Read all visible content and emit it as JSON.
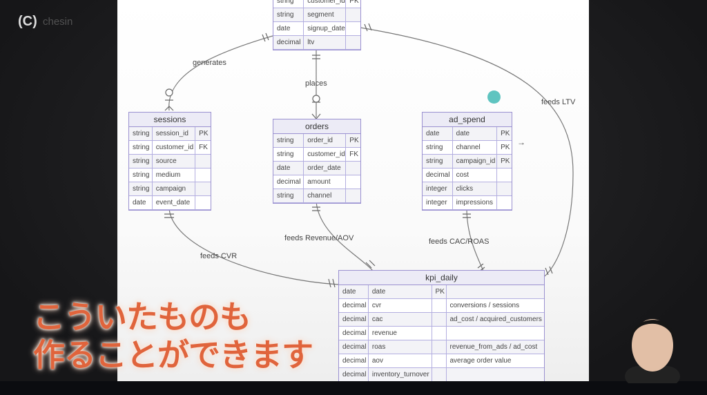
{
  "tables": {
    "customers": {
      "rows": [
        [
          "string",
          "customer_id",
          "PK"
        ],
        [
          "string",
          "segment",
          ""
        ],
        [
          "date",
          "signup_date",
          ""
        ],
        [
          "decimal",
          "ltv",
          ""
        ]
      ]
    },
    "sessions": {
      "title": "sessions",
      "rows": [
        [
          "string",
          "session_id",
          "PK"
        ],
        [
          "string",
          "customer_id",
          "FK"
        ],
        [
          "string",
          "source",
          ""
        ],
        [
          "string",
          "medium",
          ""
        ],
        [
          "string",
          "campaign",
          ""
        ],
        [
          "date",
          "event_date",
          ""
        ]
      ]
    },
    "orders": {
      "title": "orders",
      "rows": [
        [
          "string",
          "order_id",
          "PK"
        ],
        [
          "string",
          "customer_id",
          "FK"
        ],
        [
          "date",
          "order_date",
          ""
        ],
        [
          "decimal",
          "amount",
          ""
        ],
        [
          "string",
          "channel",
          ""
        ]
      ]
    },
    "ad_spend": {
      "title": "ad_spend",
      "rows": [
        [
          "date",
          "date",
          "PK"
        ],
        [
          "string",
          "channel",
          "PK"
        ],
        [
          "string",
          "campaign_id",
          "PK"
        ],
        [
          "decimal",
          "cost",
          ""
        ],
        [
          "integer",
          "clicks",
          ""
        ],
        [
          "integer",
          "impressions",
          ""
        ]
      ]
    },
    "kpi_daily": {
      "title": "kpi_daily",
      "rows": [
        [
          "date",
          "date",
          "PK",
          ""
        ],
        [
          "decimal",
          "cvr",
          "",
          "conversions / sessions"
        ],
        [
          "decimal",
          "cac",
          "",
          "ad_cost / acquired_customers"
        ],
        [
          "decimal",
          "revenue",
          "",
          ""
        ],
        [
          "decimal",
          "roas",
          "",
          "revenue_from_ads / ad_cost"
        ],
        [
          "decimal",
          "aov",
          "",
          "average order value"
        ],
        [
          "decimal",
          "inventory_turnover",
          "",
          ""
        ]
      ]
    }
  },
  "relations": {
    "generates": "generates",
    "places": "places",
    "feeds_ltv": "feeds LTV",
    "feeds_cvr": "feeds CVR",
    "feeds_rev": "feeds Revenue/AOV",
    "feeds_cac": "feeds CAC/ROAS"
  },
  "arrow": "→",
  "subtitle": {
    "line1": "こういたものも",
    "line2": "作ることができます"
  },
  "logo": {
    "mark": "(C)",
    "text": "chesin"
  },
  "colors": {
    "border": "#9a90d0",
    "dot": "#5fc4c0",
    "subtitle": "#e0643c"
  }
}
